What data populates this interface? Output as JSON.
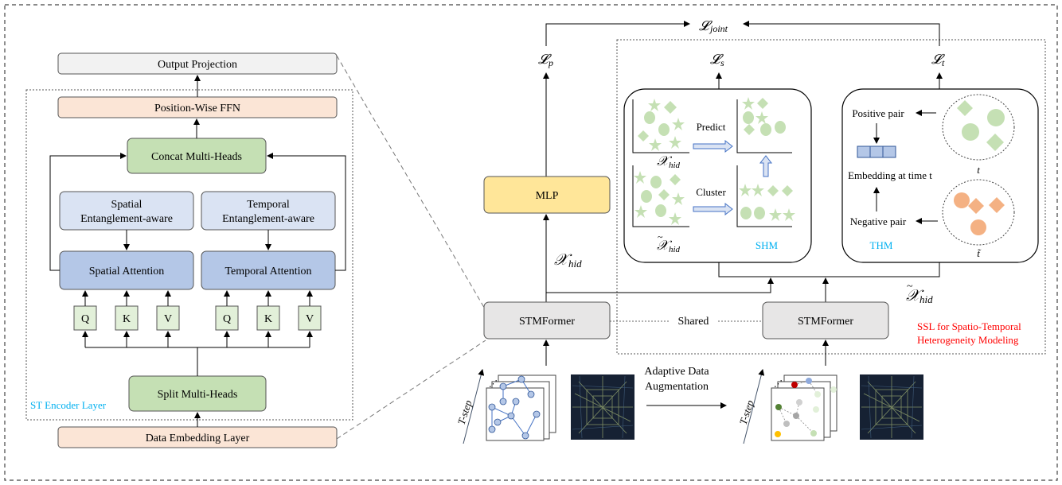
{
  "left": {
    "output_projection": "Output Projection",
    "ffn": "Position-Wise  FFN",
    "concat": "Concat Multi-Heads",
    "spatial_ent_1": "Spatial",
    "spatial_ent_2": "Entanglement-aware",
    "temporal_ent_1": "Temporal",
    "temporal_ent_2": "Entanglement-aware",
    "spatial_attn": "Spatial Attention",
    "temporal_attn": "Temporal Attention",
    "q": "Q",
    "k": "K",
    "v": "V",
    "split": "Split Multi-Heads",
    "encoder_label": "ST Encoder Layer",
    "embedding": "Data Embedding Layer"
  },
  "right": {
    "l_joint": "𝓛joint",
    "l_joint_main": "𝓛",
    "l_joint_sub": "joint",
    "l_p_main": "𝓛",
    "l_p_sub": "p",
    "l_s_main": "𝓛",
    "l_s_sub": "s",
    "l_t_main": "𝓛",
    "l_t_sub": "t",
    "mlp": "MLP",
    "x_hid_main": "𝒳",
    "x_hid_sub": "hid",
    "stmformer_left": "STMFormer",
    "stmformer_right": "STMFormer",
    "shared": "Shared",
    "predict": "Predict",
    "cluster": "Cluster",
    "shm": "SHM",
    "thm": "THM",
    "positive_pair": "Positive pair",
    "negative_pair": "Negative pair",
    "embedding_time": "Embedding at time t",
    "t_label": "t",
    "t_tilde_label": "t̃",
    "ssl_1": "SSL for Spatio-Temporal",
    "ssl_2": "Heterogeneity Modeling",
    "aug_1": "Adaptive Data",
    "aug_2": "Augmentation",
    "t_step": "T-step"
  },
  "colors": {
    "peach": "#fbe5d6",
    "green": "#c5e0b4",
    "light_blue": "#dae3f3",
    "blue": "#b4c7e7",
    "gray": "#e7e6e6",
    "yellow": "#ffe699",
    "cyan_text": "#00b0f0",
    "red_text": "#ff0000",
    "mint": "#c5e0b4",
    "salmon": "#f4b183"
  }
}
